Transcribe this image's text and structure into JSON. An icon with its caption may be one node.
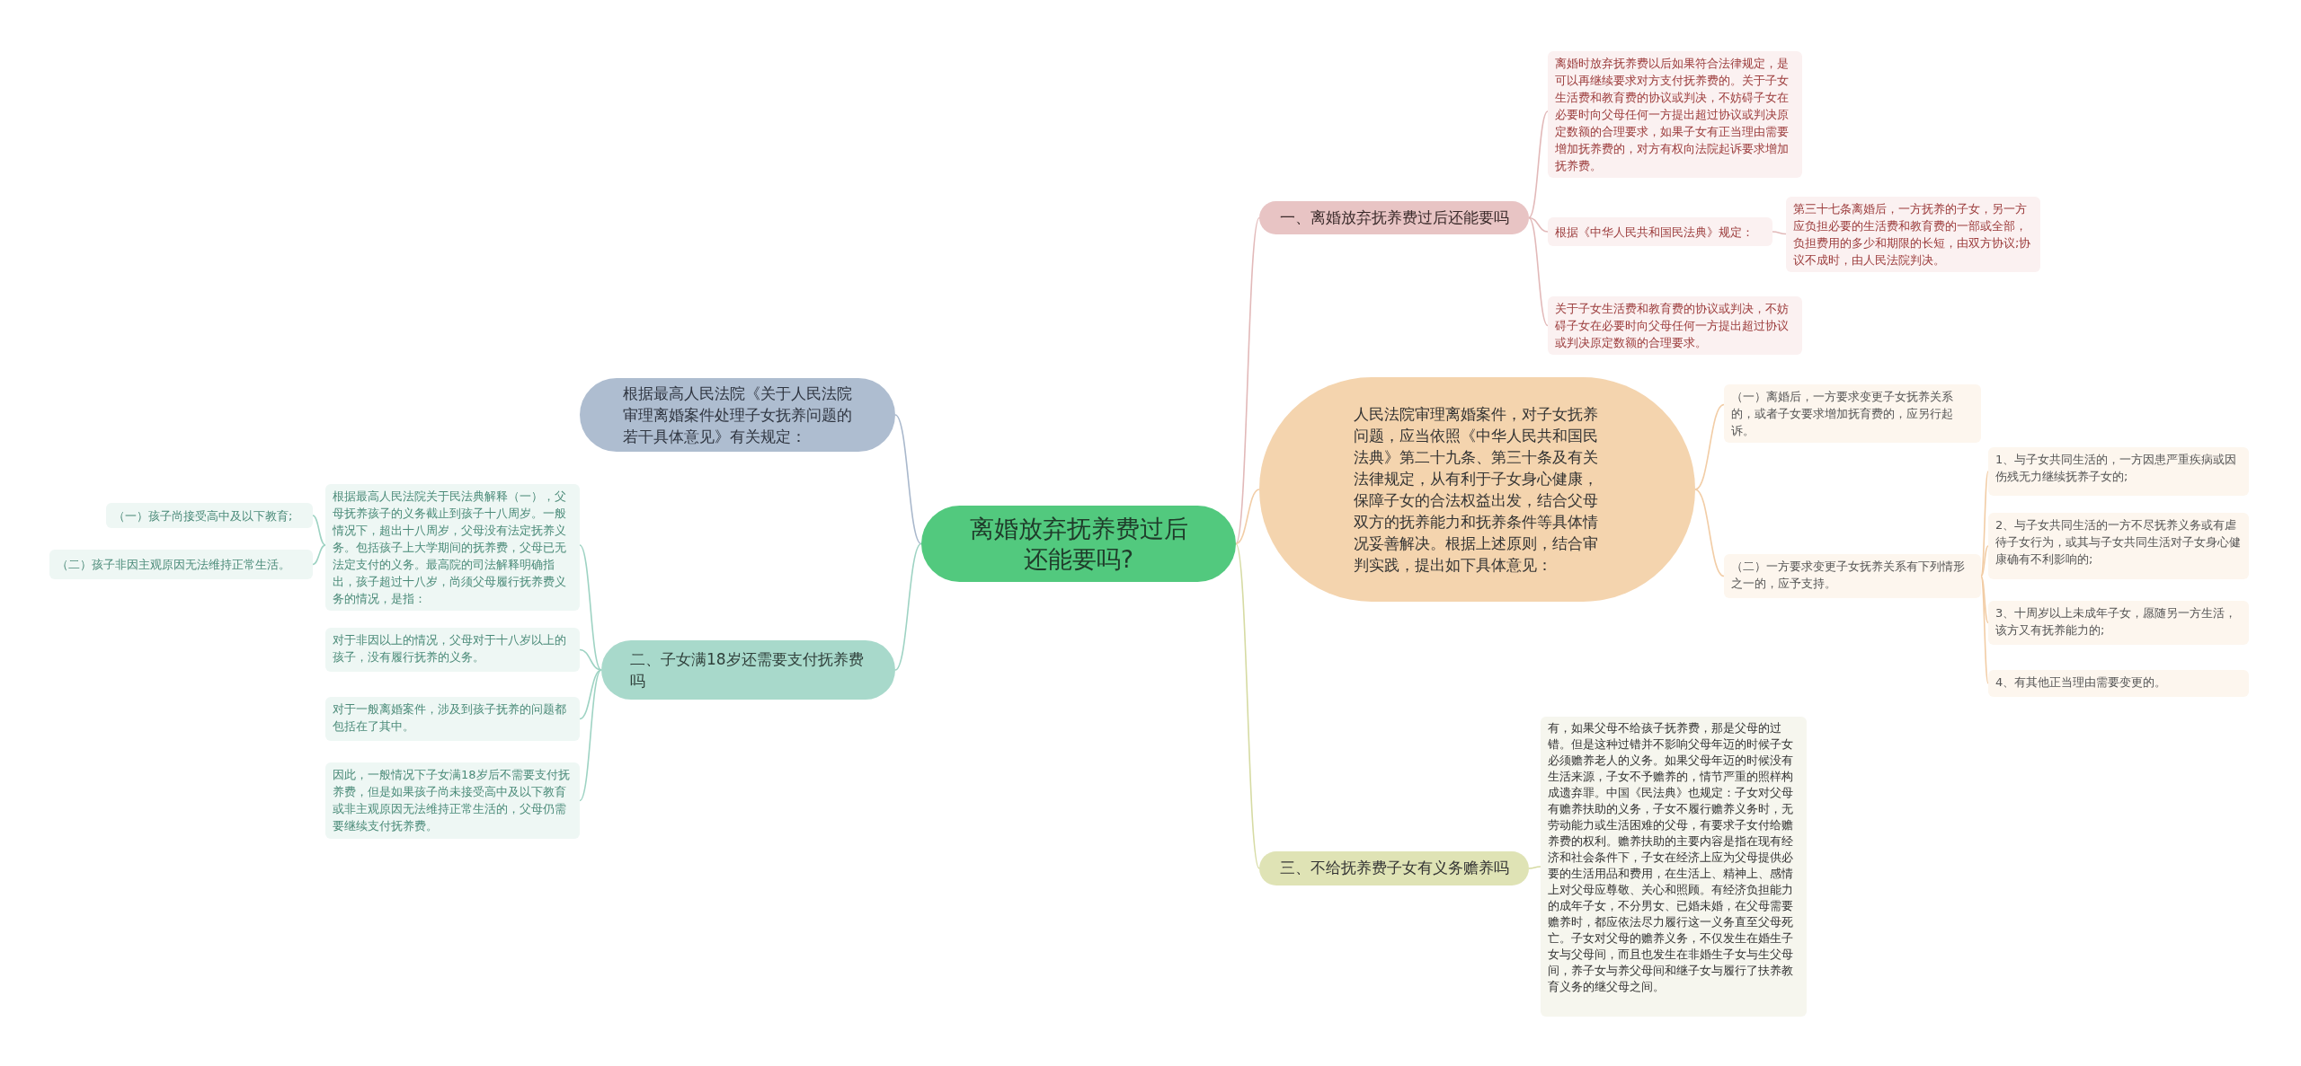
{
  "diagram": {
    "nodes": [
      {
        "text": [
          "离婚放弃抚养费过后还能要吗?"
        ]
      },
      {
        "text": [
          "一、离婚放弃抚养费过后还能要吗"
        ]
      },
      {
        "text": [
          "离婚时放弃抚养费以后如果符合法律规定，是可以再继续要求对方支付抚养费的。关于子女生活费和教育费的协议或判决，不妨碍子女在必要时向父母任何一方提出超过协议或判决原定数额的合理要求，如果子女有正当理由需要增加抚养费的，对方有权向法院起诉要求增加抚养费。"
        ]
      },
      {
        "text": [
          "根据《中华人民共和国民法典》规定："
        ]
      },
      {
        "text": [
          "第三十七条离婚后，一方抚养的子女，另一方应负担必要的生活费和教育费的一部或全部，负担费用的多少和期限的长短，由双方协议;协议不成时，由人民法院判决。"
        ]
      },
      {
        "text": [
          "关于子女生活费和教育费的协议或判决，不妨碍子女在必要时向父母任何一方提出超过协议或判决原定数额的合理要求。"
        ]
      },
      {
        "text": [
          "人民法院审理离婚案件，对子女抚养问题，应当依照《中华人民共和国民法典》第二十九条、第三十条及有关法律规定，从有利于子女身心健康，保障子女的合法权益出发，结合父母双方的抚养能力和抚养条件等具体情况妥善解决。根据上述原则，结合审判实践，提出如下具体意见："
        ]
      },
      {
        "text": [
          "（一）离婚后，一方要求变更子女抚养关系的，或者子女要求增加抚育费的，应另行起诉。"
        ]
      },
      {
        "text": [
          "（二）一方要求变更子女抚养关系有下列情形之一的，应予支持。"
        ]
      },
      {
        "text": [
          "1、与子女共同生活的，一方因患严重疾病或因伤残无力继续抚养子女的;"
        ]
      },
      {
        "text": [
          "2、与子女共同生活的一方不尽抚养义务或有虐待子女行为，或其与子女共同生活对子女身心健康确有不利影响的;"
        ]
      },
      {
        "text": [
          "3、十周岁以上未成年子女，愿随另一方生活，该方又有抚养能力的;"
        ]
      },
      {
        "text": [
          "4、有其他正当理由需要变更的。"
        ]
      },
      {
        "text": [
          "三、不给抚养费子女有义务赡养吗"
        ]
      },
      {
        "text": [
          "有，如果父母不给孩子抚养费，那是父母的过错。但是这种过错并不影响父母年迈的时候子女必须赡养老人的义务。如果父母年迈的时候没有生活来源，子女不予赡养的，情节严重的照样构成遗弃罪。中国《民法典》也规定：子女对父母有赡养扶助的义务，子女不履行赡养义务时，无劳动能力或生活困难的父母，有要求子女付给赡养费的权利。赡养扶助的主要内容是指在现有经济和社会条件下，子女在经济上应为父母提供必要的生活用品和费用，在生活上、精神上、感情上对父母应尊敬、关心和照顾。有经济负担能力的成年子女，不分男女、已婚未婚，在父母需要赡养时，都应依法尽力履行这一义务直至父母死亡。子女对父母的赡养义务，不仅发生在婚生子女与父母间，而且也发生在非婚生子女与生父母间，养子女与养父母间和继子女与履行了扶养教育义务的继父母之间。"
        ]
      },
      {
        "text": [
          "根据最高人民法院《关于人民法院审理离婚案件处理子女抚养问题的若干具体意见》有关规定："
        ]
      },
      {
        "text": [
          "二、子女满18岁还需要支付抚养费吗"
        ]
      },
      {
        "text": [
          "根据最高人民法院关于民法典解释（一），父母抚养孩子的义务截止到孩子十八周岁。一般情况下，超出十八周岁，父母没有法定抚养义务。包括孩子上大学期间的抚养费，父母已无法定支付的义务。最高院的司法解释明确指出，孩子超过十八岁，尚须父母履行抚养费义务的情况，是指："
        ]
      },
      {
        "text": [
          "（一）孩子尚接受高中及以下教育;"
        ]
      },
      {
        "text": [
          "（二）孩子非因主观原因无法维持正常生活。"
        ]
      },
      {
        "text": [
          "对于非因以上的情况，父母对于十八岁以上的孩子，没有履行抚养的义务。"
        ]
      },
      {
        "text": [
          "对于一般离婚案件，涉及到孩子抚养的问题都包括在了其中。"
        ]
      },
      {
        "text": [
          "因此，一般情况下子女满18岁后不需要支付抚养费，但是如果孩子尚未接受高中及以下教育或非主观原因无法维持正常生活的，父母仍需要继续支付抚养费。"
        ]
      }
    ],
    "edges": [
      {
        "from": 0,
        "to": 1,
        "arrow": "none",
        "color": "#e2b9b9"
      },
      {
        "from": 1,
        "to": 2,
        "arrow": "none",
        "color": "#e2b9b9"
      },
      {
        "from": 1,
        "to": 3,
        "arrow": "none",
        "color": "#e2b9b9"
      },
      {
        "from": 3,
        "to": 4,
        "arrow": "none",
        "color": "#e2b9b9"
      },
      {
        "from": 1,
        "to": 5,
        "arrow": "none",
        "color": "#e2b9b9"
      },
      {
        "from": 0,
        "to": 6,
        "arrow": "none",
        "color": "#f2cda6"
      },
      {
        "from": 6,
        "to": 7,
        "arrow": "none",
        "color": "#f2cda6"
      },
      {
        "from": 6,
        "to": 8,
        "arrow": "none",
        "color": "#f2cda6"
      },
      {
        "from": 8,
        "to": 9,
        "arrow": "none",
        "color": "#f2cda6"
      },
      {
        "from": 8,
        "to": 10,
        "arrow": "none",
        "color": "#f2cda6"
      },
      {
        "from": 8,
        "to": 11,
        "arrow": "none",
        "color": "#f2cda6"
      },
      {
        "from": 8,
        "to": 12,
        "arrow": "none",
        "color": "#f2cda6"
      },
      {
        "from": 0,
        "to": 13,
        "arrow": "none",
        "color": "#d6dba3"
      },
      {
        "from": 13,
        "to": 14,
        "arrow": "none",
        "color": "#d6dba3"
      },
      {
        "from": 0,
        "to": 15,
        "arrow": "none",
        "color": "#a9b8cc"
      },
      {
        "from": 0,
        "to": 16,
        "arrow": "none",
        "color": "#9ed3c3"
      },
      {
        "from": 16,
        "to": 17,
        "arrow": "none",
        "color": "#9ed3c3"
      },
      {
        "from": 17,
        "to": 18,
        "arrow": "none",
        "color": "#9ed3c3"
      },
      {
        "from": 17,
        "to": 19,
        "arrow": "none",
        "color": "#9ed3c3"
      },
      {
        "from": 16,
        "to": 20,
        "arrow": "none",
        "color": "#9ed3c3"
      },
      {
        "from": 16,
        "to": 21,
        "arrow": "none",
        "color": "#9ed3c3"
      },
      {
        "from": 16,
        "to": 22,
        "arrow": "none",
        "color": "#9ed3c3"
      }
    ]
  }
}
